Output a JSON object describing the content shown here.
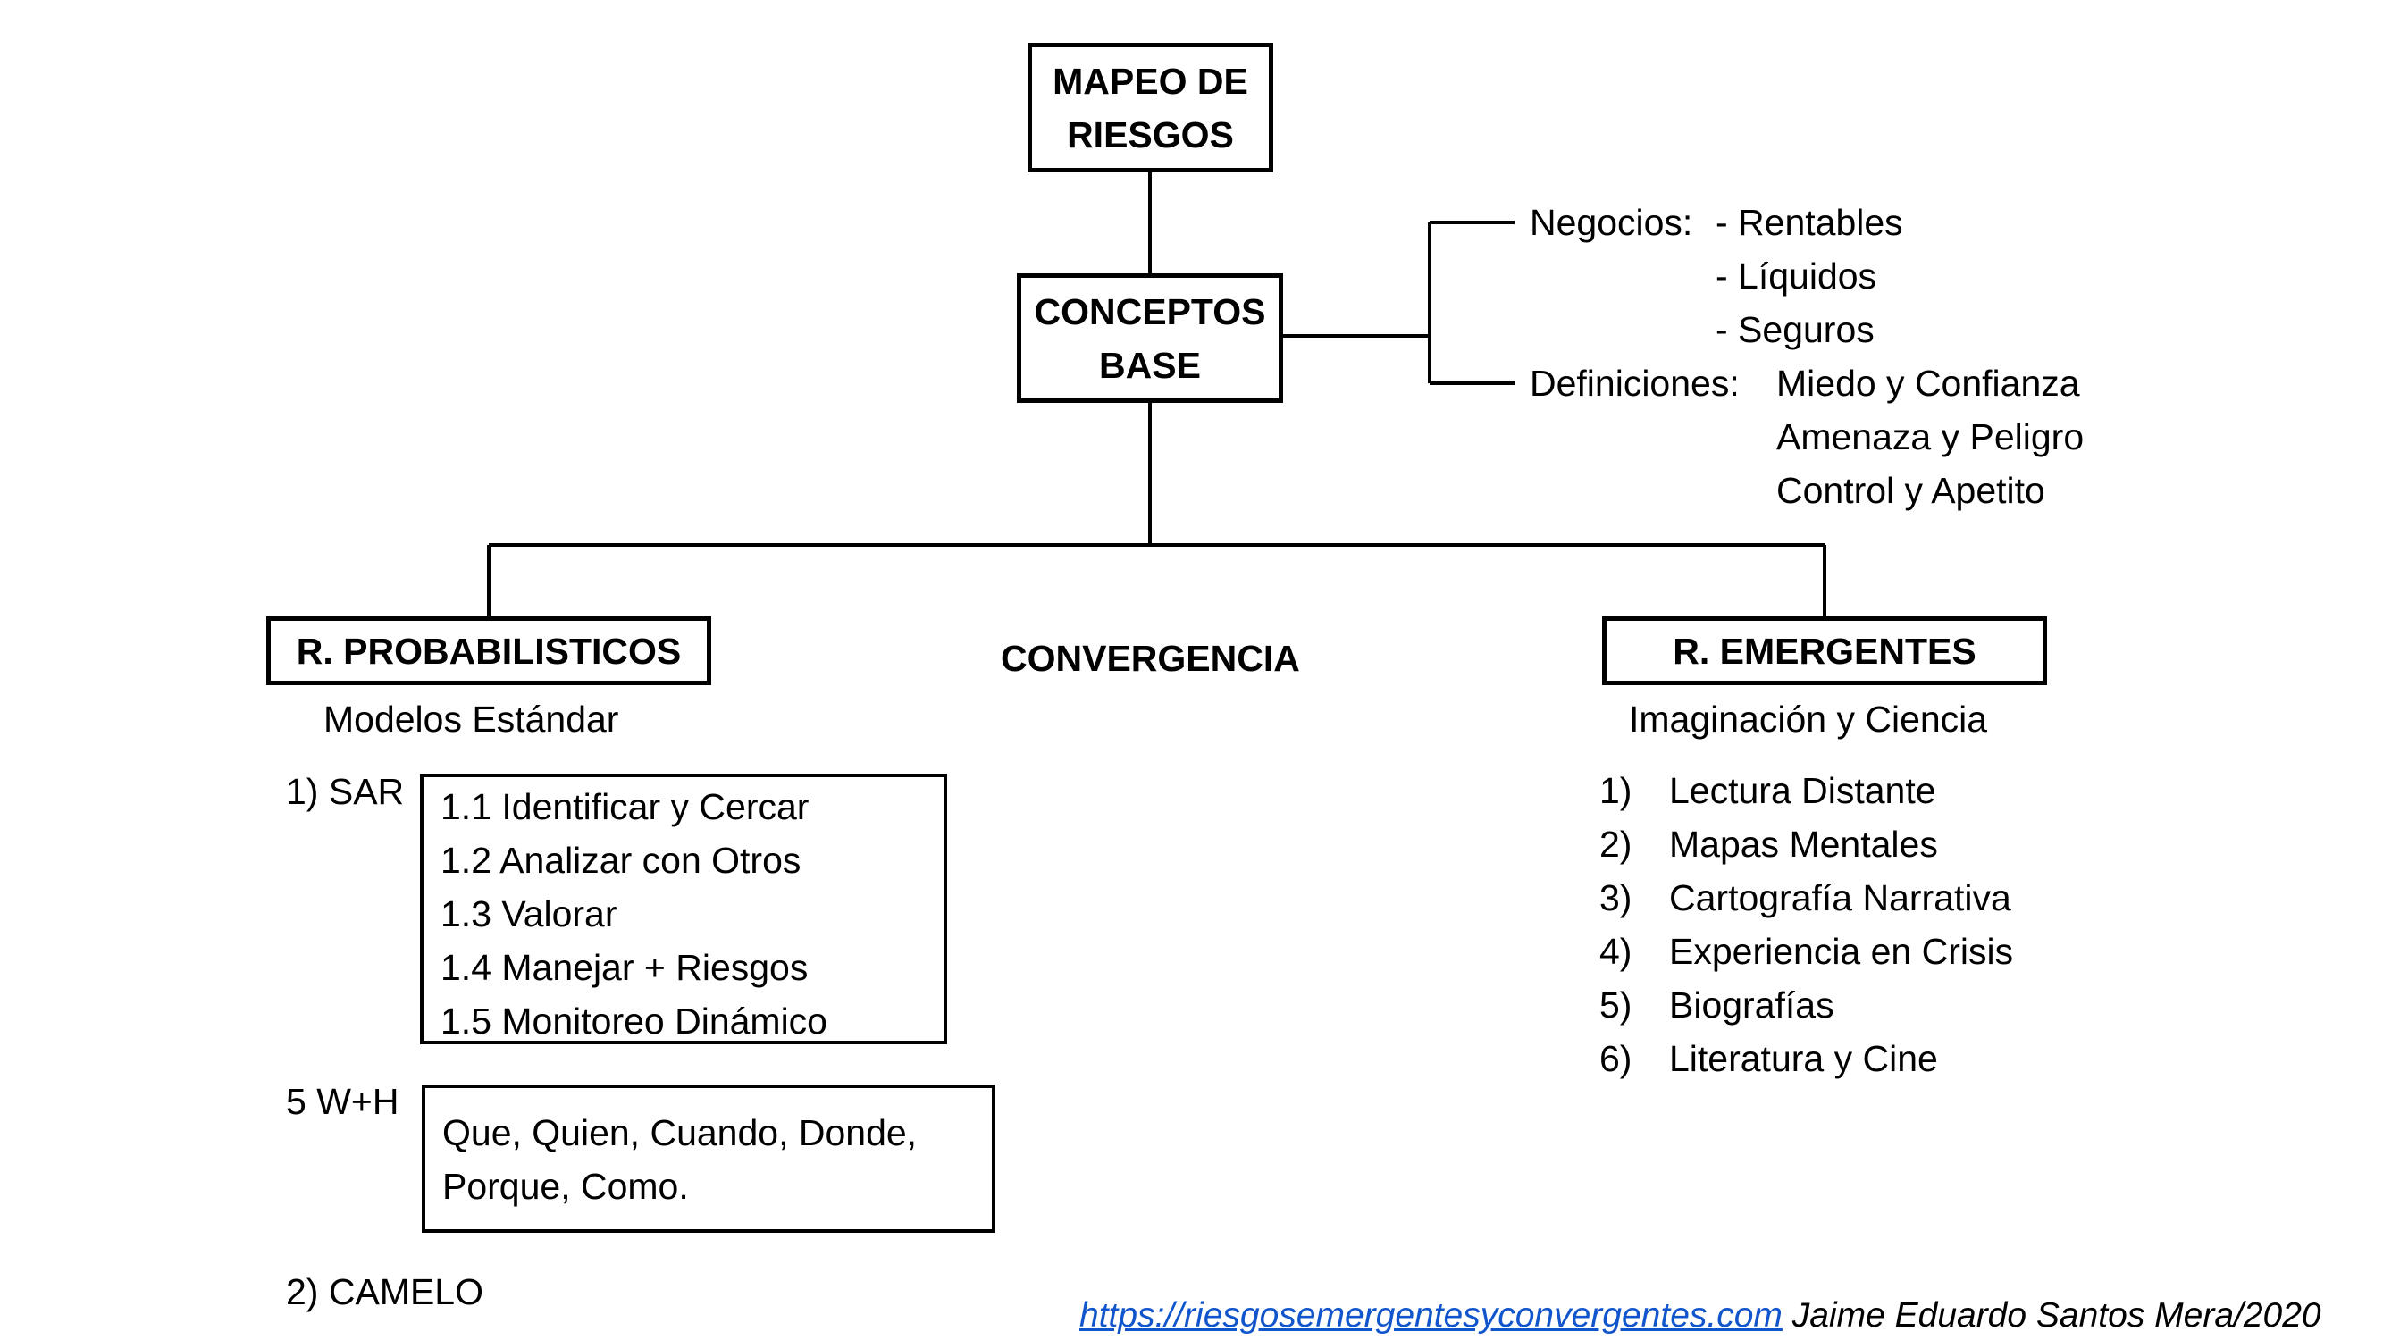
{
  "nodes": {
    "root": [
      "MAPEO DE",
      "RIESGOS"
    ],
    "base": [
      "CONCEPTOS",
      "BASE"
    ],
    "prob": "R. PROBABILISTICOS",
    "emerg": "R. EMERGENTES",
    "convergence": "CONVERGENCIA"
  },
  "base_branch": {
    "negocios_label": "Negocios:",
    "negocios_items": [
      "- Rentables",
      "- Líquidos",
      "- Seguros"
    ],
    "definiciones_label": "Definiciones:",
    "definiciones_items": [
      "Miedo y Confianza",
      "Amenaza y Peligro",
      "Control y Apetito"
    ]
  },
  "prob_branch": {
    "subtitle": "Modelos Estándar",
    "sar_label": "1) SAR",
    "sar_items": [
      "1.1 Identificar y Cercar",
      "1.2 Analizar con Otros",
      "1.3 Valorar",
      "1.4 Manejar + Riesgos",
      "1.5 Monitoreo Dinámico"
    ],
    "wh_label": "5 W+H",
    "wh_items": [
      "Que, Quien, Cuando, Donde,",
      "Porque, Como."
    ],
    "camelo_label": "2) CAMELO"
  },
  "emerg_branch": {
    "subtitle": "Imaginación y Ciencia",
    "items": [
      {
        "num": "1)",
        "text": "Lectura Distante"
      },
      {
        "num": "2)",
        "text": "Mapas Mentales"
      },
      {
        "num": "3)",
        "text": "Cartografía Narrativa"
      },
      {
        "num": "4)",
        "text": "Experiencia en Crisis"
      },
      {
        "num": "5)",
        "text": "Biografías"
      },
      {
        "num": "6)",
        "text": "Literatura y Cine"
      }
    ]
  },
  "footer": {
    "url": "https://riesgosemergentesyconvergentes.com",
    "author": "Jaime Eduardo Santos Mera/2020"
  }
}
